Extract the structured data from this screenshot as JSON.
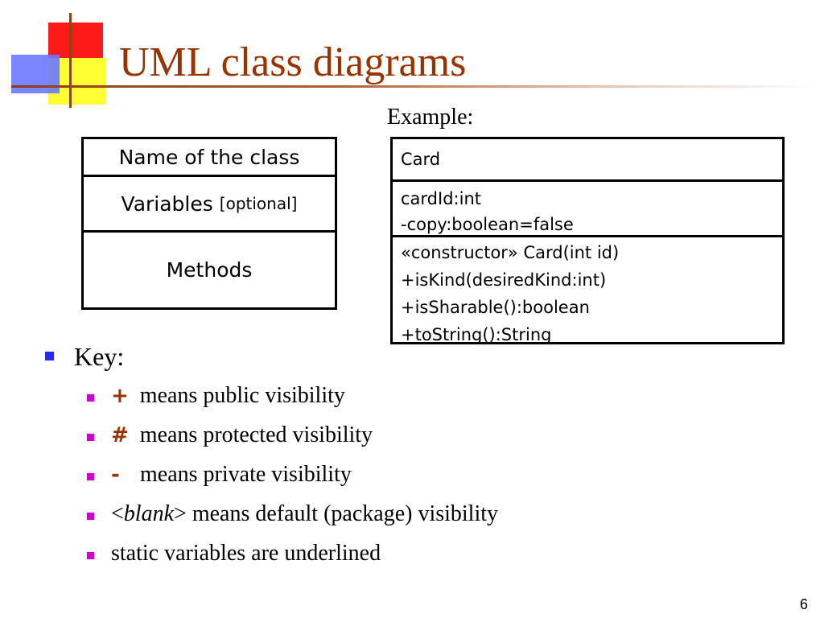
{
  "slide": {
    "title": "UML class diagrams",
    "example_label": "Example:",
    "page_number": "6"
  },
  "generic_class": {
    "name": "Name of the class",
    "variables": "Variables",
    "variables_note": "[optional]",
    "methods": "Methods"
  },
  "card_class": {
    "name": "Card",
    "variables": [
      "cardId:int",
      "-copy:boolean=false"
    ],
    "methods": [
      "«constructor» Card(int id)",
      "+isKind(desiredKind:int)",
      "+isSharable():boolean",
      "+toString():String"
    ]
  },
  "key": {
    "heading": "Key:",
    "items": [
      {
        "symbol": "+",
        "text": "means public visibility"
      },
      {
        "symbol": "#",
        "text": "means protected visibility"
      },
      {
        "symbol": "-",
        "text": "means private visibility"
      },
      {
        "symbol": "",
        "prefix": "<",
        "italic": "blank",
        "suffix": ">",
        "text": "means default (package) visibility"
      },
      {
        "symbol": "",
        "text": "static variables are underlined"
      }
    ]
  },
  "colors": {
    "title": "#993300",
    "symbol": "#993300",
    "bullet_level1": "#2a2ae8",
    "bullet_level2": "#cc00cc"
  }
}
